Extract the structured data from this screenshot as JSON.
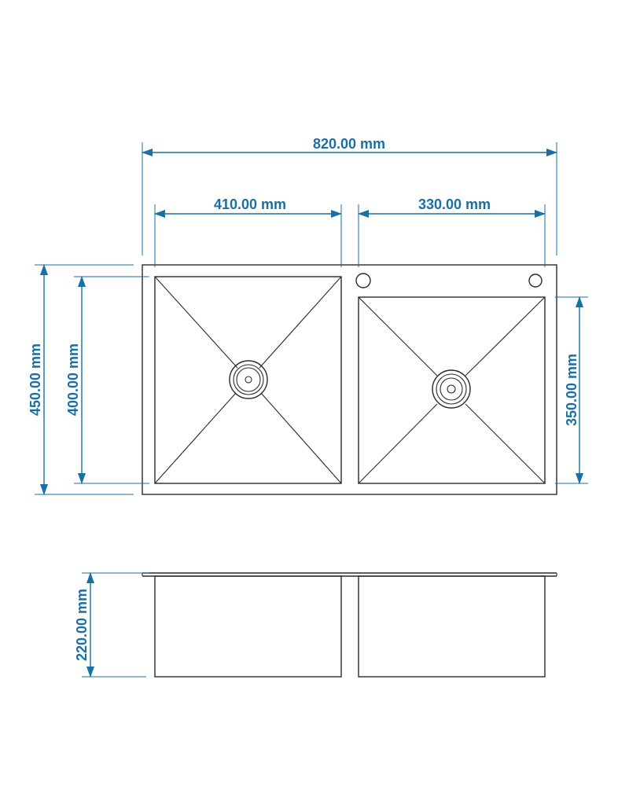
{
  "dimensions": {
    "overall_width": "820.00 mm",
    "left_bowl_width": "410.00 mm",
    "right_bowl_width": "330.00 mm",
    "overall_depth": "450.00 mm",
    "left_bowl_depth": "400.00 mm",
    "right_bowl_depth": "350.00 mm",
    "bowl_height": "220.00 mm"
  },
  "colors": {
    "dimension": "#1a6fa3",
    "outline": "#2a2a2a",
    "background": "#ffffff"
  }
}
